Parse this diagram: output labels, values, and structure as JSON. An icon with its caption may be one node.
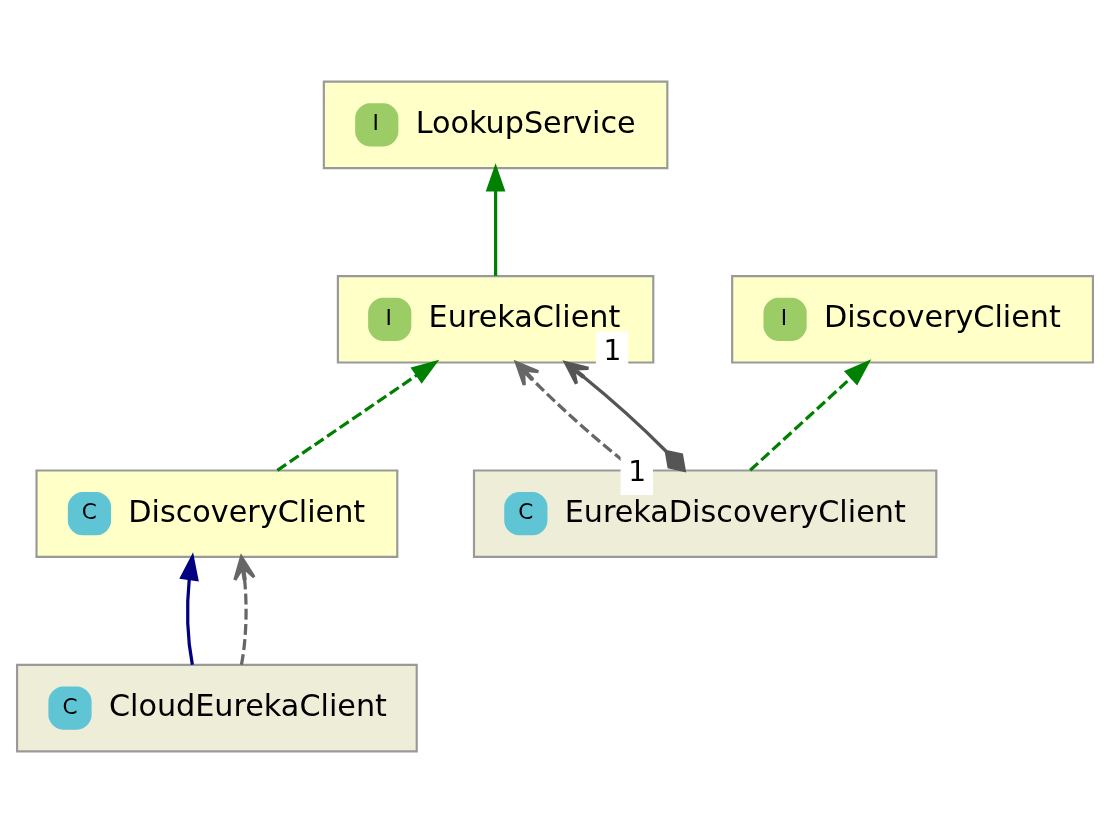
{
  "diagram": {
    "nodes": [
      {
        "text": [
          "I",
          "LookupService"
        ]
      },
      {
        "text": [
          "I",
          "EurekaClient"
        ]
      },
      {
        "text": [
          "I",
          "DiscoveryClient"
        ]
      },
      {
        "text": [
          "C",
          "DiscoveryClient"
        ]
      },
      {
        "text": [
          "C",
          "EurekaDiscoveryClient"
        ]
      },
      {
        "text": [
          "C",
          "CloudEurekaClient"
        ]
      }
    ],
    "edges": [
      {
        "from": 1,
        "to": 0,
        "arrow": "to",
        "color": "#008000"
      },
      {
        "from": 3,
        "to": 1,
        "arrow": "to",
        "style": "dashed",
        "color": "#008000"
      },
      {
        "from": 4,
        "to": 1,
        "arrow": "to",
        "style": "dashed",
        "color": "#666666"
      },
      {
        "from": 4,
        "to": 1,
        "arrow": "to",
        "color": "#555555",
        "label": "1"
      },
      {
        "from": 4,
        "to": 2,
        "arrow": "to",
        "style": "dashed",
        "color": "#008000"
      },
      {
        "from": 5,
        "to": 3,
        "arrow": "to",
        "color": "#000080"
      },
      {
        "from": 5,
        "to": 3,
        "arrow": "to",
        "style": "dashed",
        "color": "#666666"
      }
    ],
    "labels": [
      "1"
    ]
  }
}
